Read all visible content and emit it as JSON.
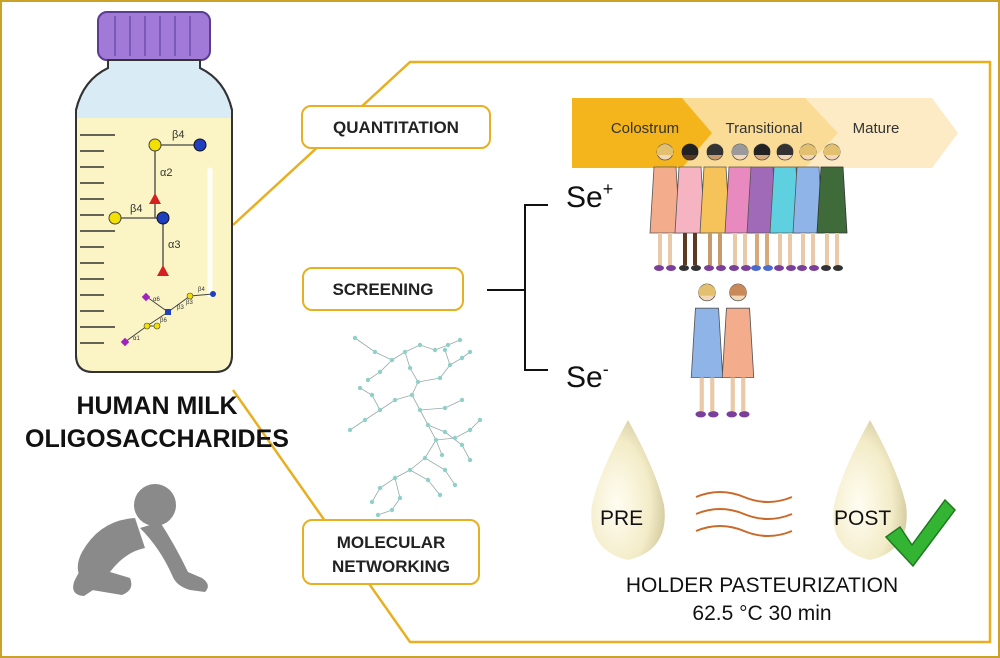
{
  "main_title": {
    "line1": "HUMAN MILK",
    "line2": "OLIGOSACCHARIDES"
  },
  "methods": {
    "quantitation": "QUANTITATION",
    "screening": "SCREENING",
    "networking_line1": "MOLECULAR",
    "networking_line2": "NETWORKING"
  },
  "lactation_stages": [
    "Colostrum",
    "Transitional",
    "Mature"
  ],
  "secretor": {
    "pos_base": "Se",
    "pos_sup": "+",
    "neg_base": "Se",
    "neg_sup": "-"
  },
  "pasteurization": {
    "pre": "PRE",
    "post": "POST",
    "label": "HOLDER PASTEURIZATION",
    "conditions": "62.5 °C 30 min"
  },
  "glycan_labels": {
    "b4a": "β4",
    "a2": "α2",
    "b4b": "β4",
    "a3": "α3"
  },
  "glycan_small_labels": [
    "β4",
    "α6",
    "β3",
    "β6",
    "β3",
    "α1"
  ],
  "colors": {
    "border": "#c9a227",
    "accent": "#e8b020",
    "cap": "#a07ad6",
    "milk": "#fbf5c6",
    "glucose": "#1f3fbf",
    "galactose": "#f2e000",
    "fucose": "#d42020",
    "sialic": "#a020c0"
  }
}
